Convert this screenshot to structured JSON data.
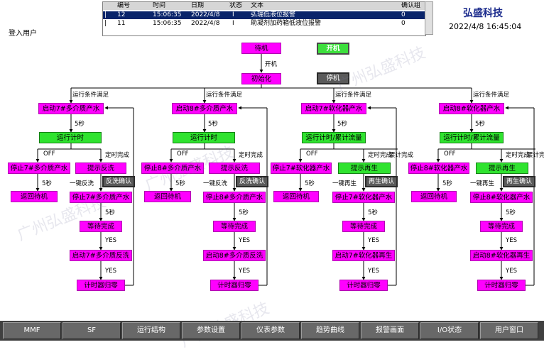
{
  "user": {
    "login_label": "登入用户"
  },
  "alarm_table": {
    "headers": [
      "编号",
      "时间",
      "日期",
      "状态",
      "文本",
      "确认组"
    ],
    "rows": [
      {
        "id": "12",
        "time": "15:06:35",
        "date": "2022/4/8",
        "state": "I",
        "text": "弘瑞低液位报警",
        "group": "0"
      },
      {
        "id": "11",
        "time": "15:06:35",
        "date": "2022/4/8",
        "state": "I",
        "text": "助凝剂加药箱低液位报警",
        "group": "0"
      }
    ]
  },
  "brand": {
    "name": "弘盛科技"
  },
  "datetime": {
    "display": "2022/4/8  16:45:04"
  },
  "top_flow": {
    "standby": "待机",
    "start_button": "开机",
    "start_label": "开机",
    "init": "初始化",
    "stop_button": "停机"
  },
  "columns": [
    {
      "cond": "运行条件满足",
      "start": "启动7#多介质产水",
      "t5a": "5秒",
      "timing": "运行计时",
      "off": "OFF",
      "timeup": "定时完成",
      "stop": "停止7#多介质产水",
      "prompt": "提示反洗",
      "t5b": "5秒",
      "onekey": "一键反洗",
      "confirm": "反洗确认",
      "back": "返回待机",
      "stop2": "停止7#多介质产水",
      "t5c": "5秒",
      "wait": "等待完成",
      "yes1": "YES",
      "start2": "启动7#多介质反洗",
      "yes2": "YES",
      "reset": "计时器归零"
    },
    {
      "cond": "运行条件满足",
      "start": "启动8#多介质产水",
      "t5a": "5秒",
      "timing": "运行计时",
      "off": "OFF",
      "timeup": "定时完成",
      "stop": "停止8#多介质产水",
      "prompt": "提示反洗",
      "t5b": "5秒",
      "onekey": "一键反洗",
      "confirm": "反洗确认",
      "back": "返回待机",
      "stop2": "停止8#多介质产水",
      "t5c": "5秒",
      "wait": "等待完成",
      "yes1": "YES",
      "start2": "启动8#多介质反洗",
      "yes2": "YES",
      "reset": "计时器归零"
    },
    {
      "cond": "运行条件满足",
      "start": "启动7#软化器产水",
      "t5a": "5秒",
      "timing": "运行计时/累计流量",
      "off": "OFF",
      "timeup": "定时完成",
      "cum": "累计完成",
      "stop": "停止7#软化器产水",
      "prompt": "提示再生",
      "t5b": "5秒",
      "onekey": "一键再生",
      "confirm": "再生确认",
      "back": "返回待机",
      "stop2": "停止7#软化器产水",
      "t5c": "5秒",
      "wait": "等待完成",
      "yes1": "YES",
      "start2": "启动7#软化器再生",
      "yes2": "YES",
      "reset": "计时器归零"
    },
    {
      "cond": "运行条件满足",
      "start": "启动8#软化器产水",
      "t5a": "5秒",
      "timing": "运行计时/累计流量",
      "off": "OFF",
      "timeup": "定时完成",
      "cum": "累计完成",
      "stop": "停止8#软化器产水",
      "prompt": "提示再生",
      "t5b": "5秒",
      "onekey": "一键再生",
      "confirm": "再生确认",
      "back": "返回待机",
      "stop2": "停止8#软化器产水",
      "t5c": "5秒",
      "wait": "等待完成",
      "yes1": "YES",
      "start2": "启动8#软化器再生",
      "yes2": "YES",
      "reset": "计时器归零"
    }
  ],
  "nav": [
    "MMF",
    "SF",
    "运行结构",
    "参数设置",
    "仪表参数",
    "趋势曲线",
    "报警画面",
    "I/O状态",
    "用户窗口"
  ],
  "watermarks": [
    "广州弘盛科技",
    "广州弘盛科技",
    "广州弘盛科技",
    "广州弘盛科技"
  ],
  "colors": {
    "active": "#ff00ff",
    "running": "#2fe32f",
    "brand": "#1a2a8c",
    "nav": "#686868"
  }
}
